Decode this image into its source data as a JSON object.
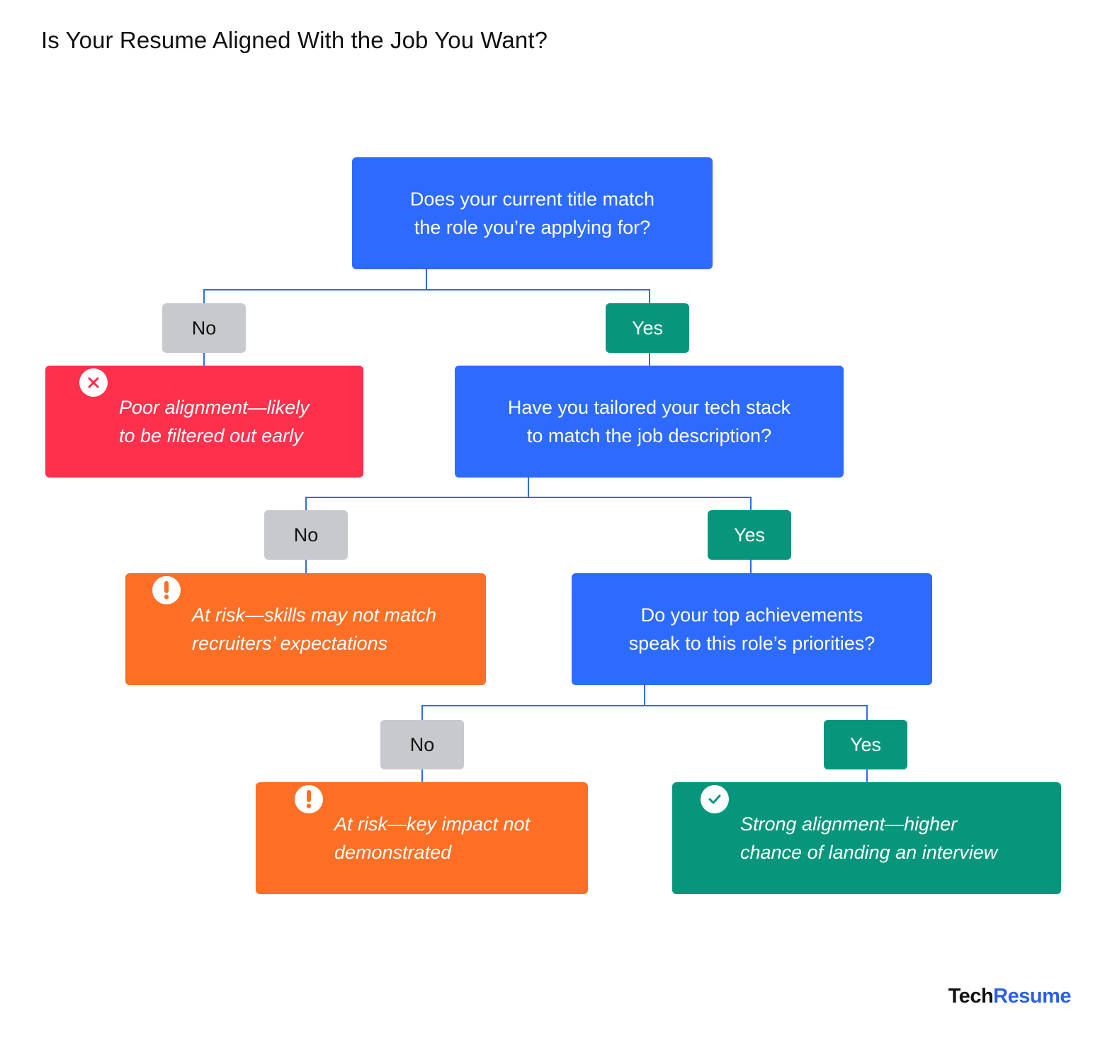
{
  "title": "Is Your Resume Aligned With the Job You Want?",
  "colors": {
    "question_blue": "#2d6bff",
    "no_gray": "#c8c9cc",
    "yes_green": "#07967c",
    "poor_red": "#ff304b",
    "risk_orange": "#fd6f25",
    "strong_green": "#07967c",
    "connector_blue": "#2d6bff"
  },
  "questions": [
    {
      "line1": "Does your current title match",
      "line2": "the role you’re applying for?"
    },
    {
      "line1": "Have you tailored your tech stack",
      "line2": "to match the job description?"
    },
    {
      "line1": "Do your top achievements",
      "line2": "speak to this role’s priorities?"
    }
  ],
  "answers": {
    "no": "No",
    "yes": "Yes"
  },
  "outcomes": {
    "poor": {
      "line1": "Poor alignment—likely",
      "line2": "to be filtered out early",
      "icon": "x-icon"
    },
    "risk_skills": {
      "line1": "At risk—skills may not match",
      "line2": "recruiters’ expectations",
      "icon": "exclamation-icon"
    },
    "risk_impact": {
      "line1": "At risk—key impact not",
      "line2": "demonstrated",
      "icon": "exclamation-icon"
    },
    "strong": {
      "line1": "Strong alignment—higher",
      "line2": "chance of landing an interview",
      "icon": "check-icon"
    }
  },
  "logo": {
    "part1": "Tech",
    "part2": "Resume"
  }
}
